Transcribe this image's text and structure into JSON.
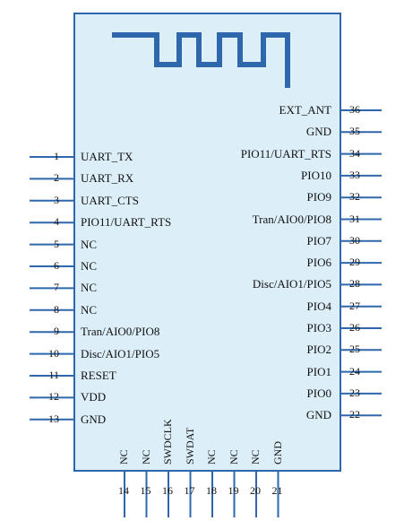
{
  "antenna_pin": {
    "num": "36",
    "label": "EXT_ANT"
  },
  "left_pins": [
    {
      "num": "1",
      "label": "UART_TX"
    },
    {
      "num": "2",
      "label": "UART_RX"
    },
    {
      "num": "3",
      "label": "UART_CTS"
    },
    {
      "num": "4",
      "label": "PIO11/UART_RTS"
    },
    {
      "num": "5",
      "label": "NC"
    },
    {
      "num": "6",
      "label": "NC"
    },
    {
      "num": "7",
      "label": "NC"
    },
    {
      "num": "8",
      "label": "NC"
    },
    {
      "num": "9",
      "label": "Tran/AIO0/PIO8"
    },
    {
      "num": "10",
      "label": "Disc/AIO1/PIO5"
    },
    {
      "num": "11",
      "label": "RESET"
    },
    {
      "num": "12",
      "label": "VDD"
    },
    {
      "num": "13",
      "label": "GND"
    }
  ],
  "right_pins": [
    {
      "num": "35",
      "label": "GND"
    },
    {
      "num": "34",
      "label": "PIO11/UART_RTS"
    },
    {
      "num": "33",
      "label": "PIO10"
    },
    {
      "num": "32",
      "label": "PIO9"
    },
    {
      "num": "31",
      "label": "Tran/AIO0/PIO8"
    },
    {
      "num": "30",
      "label": "PIO7"
    },
    {
      "num": "29",
      "label": "PIO6"
    },
    {
      "num": "28",
      "label": "Disc/AIO1/PIO5"
    },
    {
      "num": "27",
      "label": "PIO4"
    },
    {
      "num": "26",
      "label": "PIO3"
    },
    {
      "num": "25",
      "label": "PIO2"
    },
    {
      "num": "24",
      "label": "PIO1"
    },
    {
      "num": "23",
      "label": "PIO0"
    },
    {
      "num": "22",
      "label": "GND"
    }
  ],
  "bottom_pins": [
    {
      "num": "14",
      "label": "NC"
    },
    {
      "num": "15",
      "label": "NC"
    },
    {
      "num": "16",
      "label": "SWDCLK"
    },
    {
      "num": "17",
      "label": "SWDAT"
    },
    {
      "num": "18",
      "label": "NC"
    },
    {
      "num": "19",
      "label": "NC"
    },
    {
      "num": "20",
      "label": "NC"
    },
    {
      "num": "21",
      "label": "GND"
    }
  ],
  "colors": {
    "module_fill": "#dceef8",
    "outline": "#2e67ab",
    "antenna": "#2e67ab"
  }
}
